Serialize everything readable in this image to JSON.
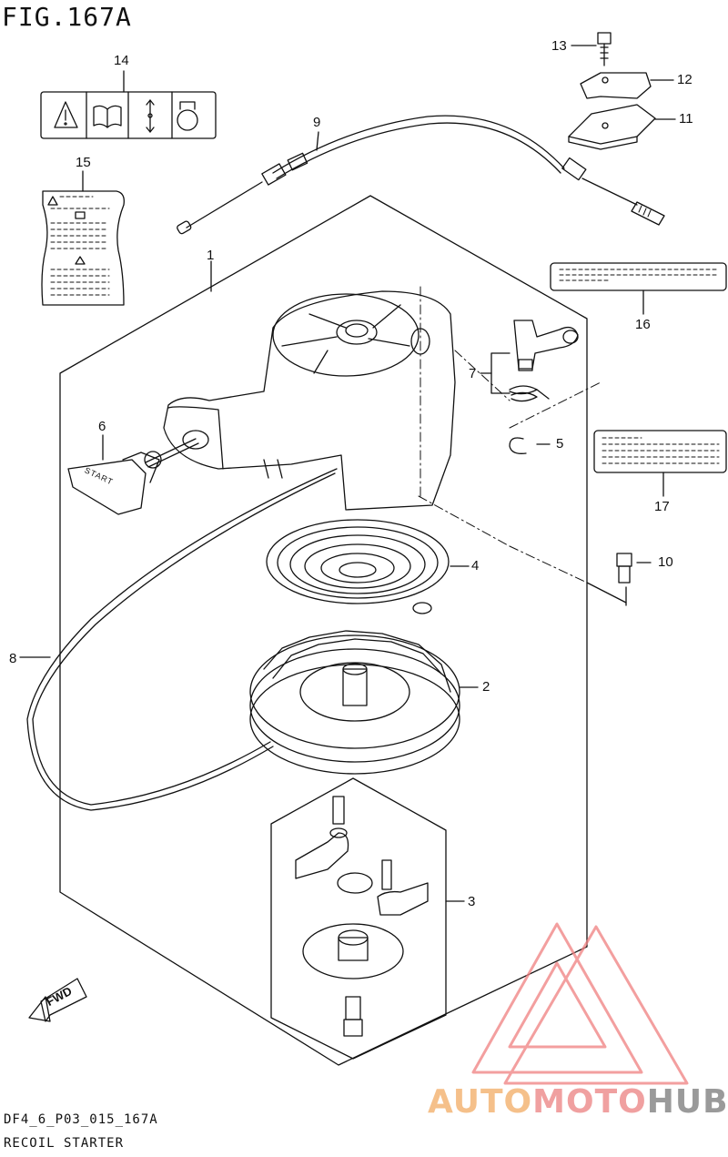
{
  "figure": {
    "title": "FIG.167A",
    "code": "DF4_6_P03_015_167A",
    "caption": "RECOIL STARTER"
  },
  "callouts": [
    {
      "id": "c1",
      "label": "1"
    },
    {
      "id": "c2",
      "label": "2"
    },
    {
      "id": "c3",
      "label": "3"
    },
    {
      "id": "c4",
      "label": "4"
    },
    {
      "id": "c5",
      "label": "5"
    },
    {
      "id": "c6",
      "label": "6"
    },
    {
      "id": "c7",
      "label": "7"
    },
    {
      "id": "c8",
      "label": "8"
    },
    {
      "id": "c9",
      "label": "9"
    },
    {
      "id": "c10",
      "label": "10"
    },
    {
      "id": "c11",
      "label": "11"
    },
    {
      "id": "c12",
      "label": "12"
    },
    {
      "id": "c13",
      "label": "13"
    },
    {
      "id": "c14",
      "label": "14"
    },
    {
      "id": "c15",
      "label": "15"
    },
    {
      "id": "c16",
      "label": "16"
    },
    {
      "id": "c17",
      "label": "17"
    }
  ],
  "handle_text": "START",
  "fwd_text": "FWD",
  "watermark": {
    "part1": "AUTO",
    "part2": "MOTO",
    "part3": "HUB",
    "logo_color": "#f08080"
  }
}
